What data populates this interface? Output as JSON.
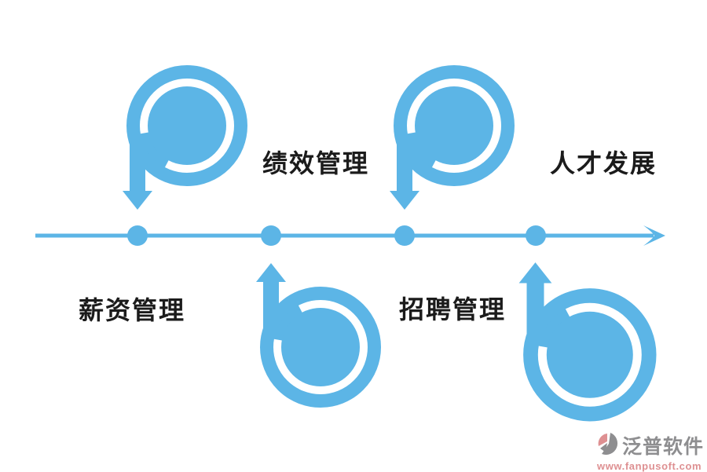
{
  "diagram": {
    "type": "horizontal-timeline-infographic",
    "topic": "HR management modules",
    "direction": "left-to-right"
  },
  "colors": {
    "accent_blue": "#5CB5E6",
    "label_text": "#1B1B1B",
    "watermark_brand": "#8E8E90",
    "watermark_url": "#DE9092"
  },
  "milestones": [
    {
      "label": "薪资管理",
      "icon": "curl-arrow-down",
      "icon_side": "above-line",
      "label_side": "below-line"
    },
    {
      "label": "绩效管理",
      "icon": "curl-arrow-up",
      "icon_side": "below-line",
      "label_side": "above-line"
    },
    {
      "label": "招聘管理",
      "icon": "curl-arrow-down",
      "icon_side": "above-line",
      "label_side": "below-line"
    },
    {
      "label": "人才发展",
      "icon": "curl-arrow-up",
      "icon_side": "below-line",
      "label_side": "above-line"
    }
  ],
  "watermark": {
    "brand": "泛普软件",
    "url": "www.fanpusoft.com"
  }
}
